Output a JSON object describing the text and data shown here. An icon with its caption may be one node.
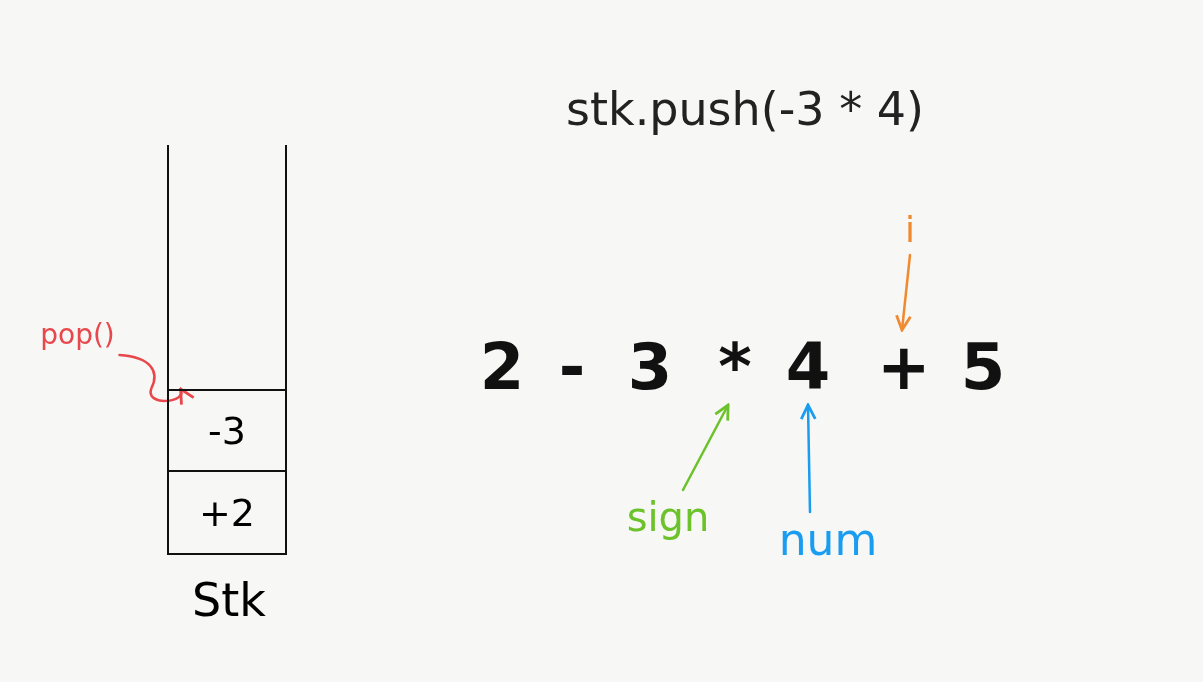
{
  "diagram": {
    "title": "stk.push(-3 * 4)",
    "nodes": [
      {
        "text": [
          "Stk"
        ]
      },
      {
        "text": [
          "-3"
        ],
        "in": 0
      },
      {
        "text": [
          "+2"
        ],
        "in": 0
      },
      {
        "text": [
          "pop()"
        ]
      },
      {
        "text": [
          "i"
        ]
      },
      {
        "text": [
          "2"
        ]
      },
      {
        "text": [
          "-"
        ]
      },
      {
        "text": [
          "3"
        ]
      },
      {
        "text": [
          "*"
        ]
      },
      {
        "text": [
          "4"
        ]
      },
      {
        "text": [
          "+"
        ]
      },
      {
        "text": [
          "5"
        ]
      },
      {
        "text": [
          "sign"
        ]
      },
      {
        "text": [
          "num"
        ]
      }
    ],
    "edges": [
      {
        "from": 3,
        "to": 1,
        "arrow": "to",
        "color": "#e8474c"
      },
      {
        "from": 4,
        "to": 10,
        "arrow": "to",
        "color": "#f08a30"
      },
      {
        "from": 12,
        "to": 8,
        "arrow": "to",
        "color": "#6cc22b"
      },
      {
        "from": 13,
        "to": 9,
        "arrow": "to",
        "color": "#1a9cf0"
      }
    ]
  }
}
